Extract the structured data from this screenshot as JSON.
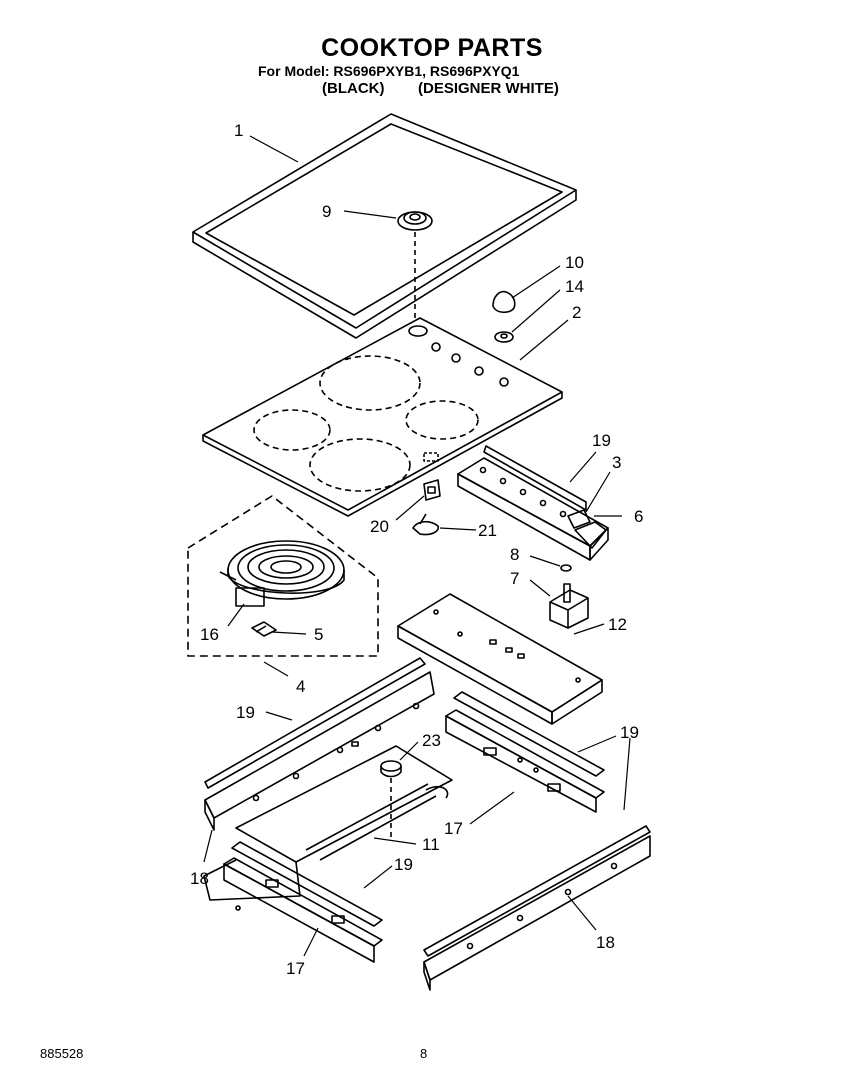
{
  "header": {
    "title": "COOKTOP PARTS",
    "model_line": "For Model: RS696PXYB1, RS696PXYQ1",
    "finish_black": "(BLACK)",
    "finish_white": "(DESIGNER WHITE)"
  },
  "callouts": [
    "1",
    "9",
    "10",
    "14",
    "2",
    "19",
    "3",
    "6",
    "20",
    "21",
    "8",
    "7",
    "16",
    "5",
    "4",
    "12",
    "19",
    "23",
    "19",
    "17",
    "11",
    "18",
    "19",
    "17",
    "18"
  ],
  "footer": {
    "doc_number": "885528",
    "page_number": "8"
  }
}
